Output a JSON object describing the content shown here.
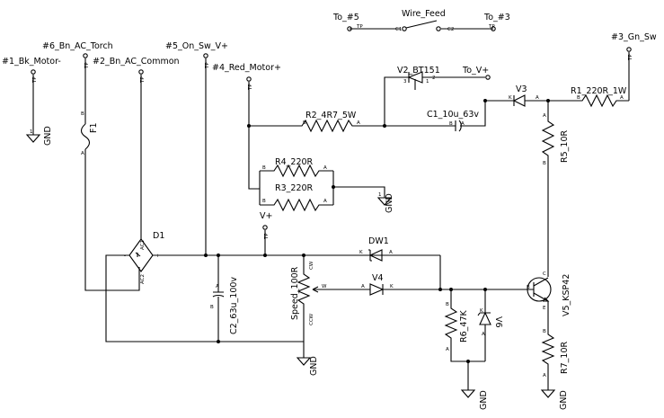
{
  "schematic": {
    "ports": {
      "bk_motor": "#1_Bk_Motor-",
      "bn_ac_common": "#2_Bn_AC_Common",
      "grn_sw": "#3_Gn_Sw",
      "red_motor": "#4_Red_Motor+",
      "on_sw_vplus": "#5_On_Sw_V+",
      "bn_ac_torch": "#6_Bn_AC_Torch",
      "to5": "To_#5",
      "to3": "To_#3",
      "to_vplus": "To_V+",
      "vplus": "V+"
    },
    "switch": {
      "name": "Wire_Feed",
      "pin1": "C1",
      "pin2": "C2"
    },
    "parts": {
      "f1": "F1",
      "d1": "D1",
      "r2": "R2_4R7_5W",
      "r4": "R4_220R",
      "r3": "R3_220R",
      "v2": "V2_BT151",
      "c1": "C1_10u_63v",
      "v3": "V3",
      "r1": "R1_220R_1W",
      "r5": "R5_10R",
      "dw1": "DW1",
      "v4": "V4",
      "speed": "Speed_100R",
      "c2": "C2_63u_100v",
      "r6": "R6_47K",
      "v6": "V6",
      "v5": "V5_KSP42",
      "r7": "R7_10R"
    },
    "gnd": "GND",
    "pins": {
      "tp": "TP",
      "a": "A",
      "b": "B",
      "k": "K",
      "c": "C",
      "e": "E",
      "plus": "+",
      "minus": "-",
      "ac1": "AC1",
      "ac2": "AC2",
      "one": "1",
      "two": "2",
      "three": "3",
      "cw": "CW",
      "ccw": "CCW",
      "w": "W"
    }
  }
}
